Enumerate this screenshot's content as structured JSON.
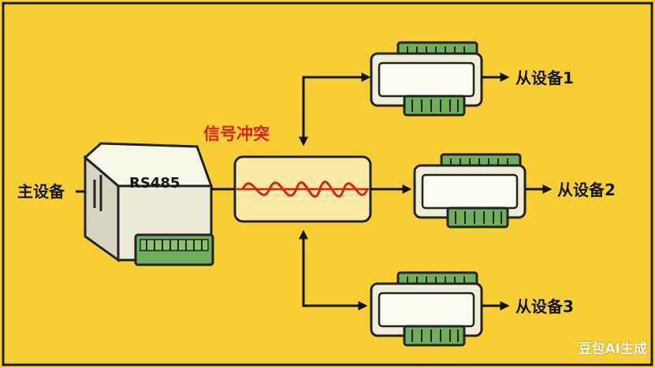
{
  "diagram": {
    "master_label": "主设备",
    "chip_label": "RS485",
    "conflict_label": "信号冲突",
    "slaves": [
      {
        "label": "从设备1"
      },
      {
        "label": "从设备2"
      },
      {
        "label": "从设备3"
      }
    ]
  },
  "watermark": "豆包AI生成",
  "colors": {
    "background": "#f7cf34",
    "device_body": "#eeeed8",
    "connector": "#6fae5a",
    "signal_box": "#fbe9a8",
    "wave": "#d9211c",
    "conflict_text": "#d9211c"
  }
}
